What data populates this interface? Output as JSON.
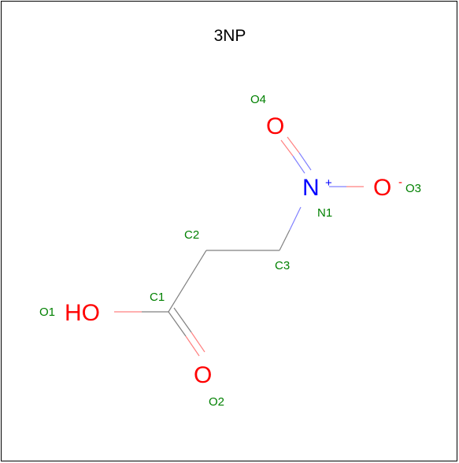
{
  "diagram": {
    "title": "3NP",
    "colors": {
      "carbon_bond": "#808080",
      "oxygen": "#ff0000",
      "nitrogen": "#0000ff",
      "label": "#008000",
      "bond_red": "#ff8080",
      "bond_blue": "#8080ff"
    },
    "atoms": {
      "hydroxyl": {
        "symbol": "HO",
        "label": "O1"
      },
      "carbonyl": {
        "symbol": "O",
        "label": "O2"
      },
      "nitro_oxygen_minus": {
        "symbol": "O",
        "charge": "-",
        "label": "O3"
      },
      "nitro_oxygen_double": {
        "symbol": "O",
        "label": "O4"
      },
      "nitrogen": {
        "symbol": "N",
        "charge": "+",
        "label": "N1"
      },
      "carbon1": {
        "label": "C1"
      },
      "carbon2": {
        "label": "C2"
      },
      "carbon3": {
        "label": "C3"
      }
    }
  }
}
